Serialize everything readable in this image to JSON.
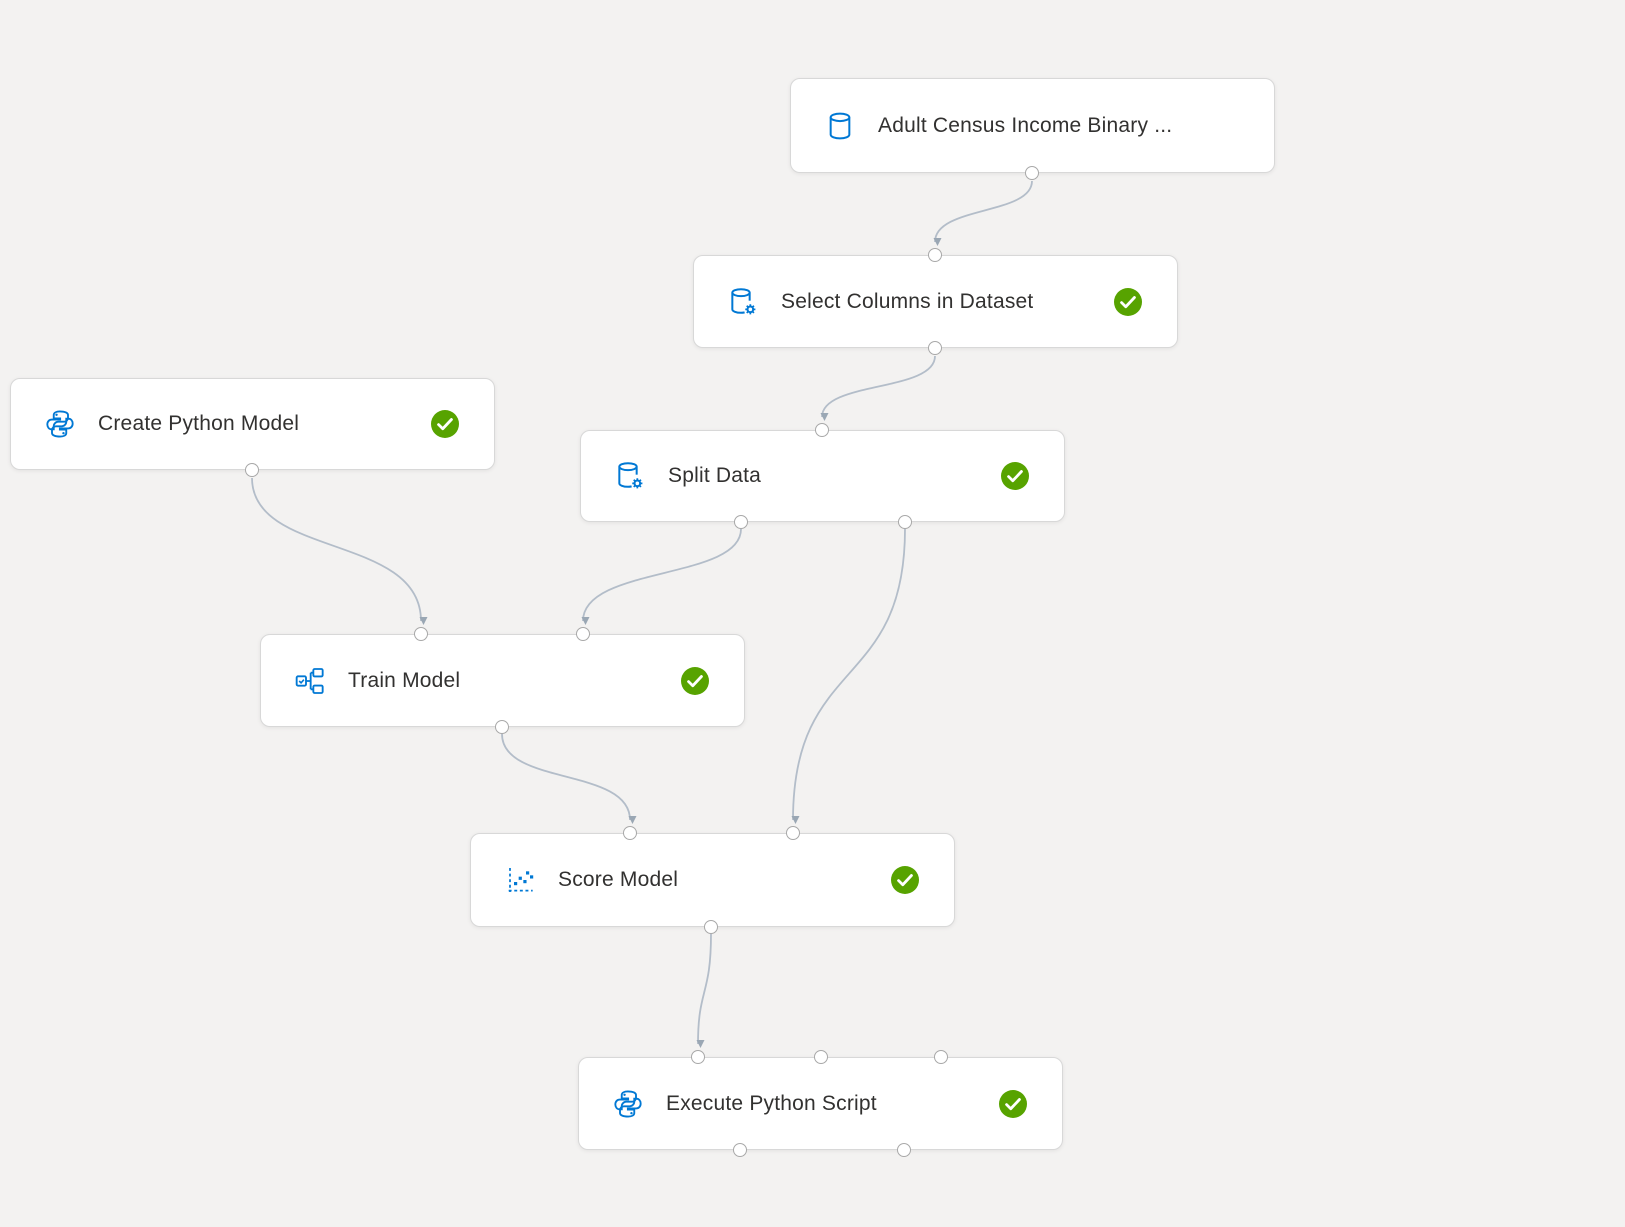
{
  "canvas": {
    "name": "pipeline-canvas",
    "background": "#f3f2f1"
  },
  "colors": {
    "icon_blue": "#0078d4",
    "status_green": "#57a300",
    "edge": "#b3bdc9",
    "node_border": "#d8d8d8",
    "node_background": "#ffffff",
    "label_text": "#323130"
  },
  "nodes": [
    {
      "id": "dataset",
      "label": "Adult Census Income Binary ...",
      "icon": "database-icon",
      "status": null
    },
    {
      "id": "select-columns",
      "label": "Select Columns in Dataset",
      "icon": "database-gear-icon",
      "status": "completed"
    },
    {
      "id": "create-python-model",
      "label": "Create Python Model",
      "icon": "python-icon",
      "status": "completed"
    },
    {
      "id": "split-data",
      "label": "Split Data",
      "icon": "database-gear-icon",
      "status": "completed"
    },
    {
      "id": "train-model",
      "label": "Train Model",
      "icon": "train-model-icon",
      "status": "completed"
    },
    {
      "id": "score-model",
      "label": "Score Model",
      "icon": "scatter-plot-icon",
      "status": "completed"
    },
    {
      "id": "execute-python-script",
      "label": "Execute Python Script",
      "icon": "python-icon",
      "status": "completed"
    }
  ],
  "edges": [
    {
      "from": "dataset",
      "to": "select-columns"
    },
    {
      "from": "select-columns",
      "to": "split-data"
    },
    {
      "from": "create-python-model",
      "to": "train-model"
    },
    {
      "from": "split-data",
      "to": "train-model"
    },
    {
      "from": "split-data",
      "to": "score-model"
    },
    {
      "from": "train-model",
      "to": "score-model"
    },
    {
      "from": "score-model",
      "to": "execute-python-script"
    }
  ]
}
